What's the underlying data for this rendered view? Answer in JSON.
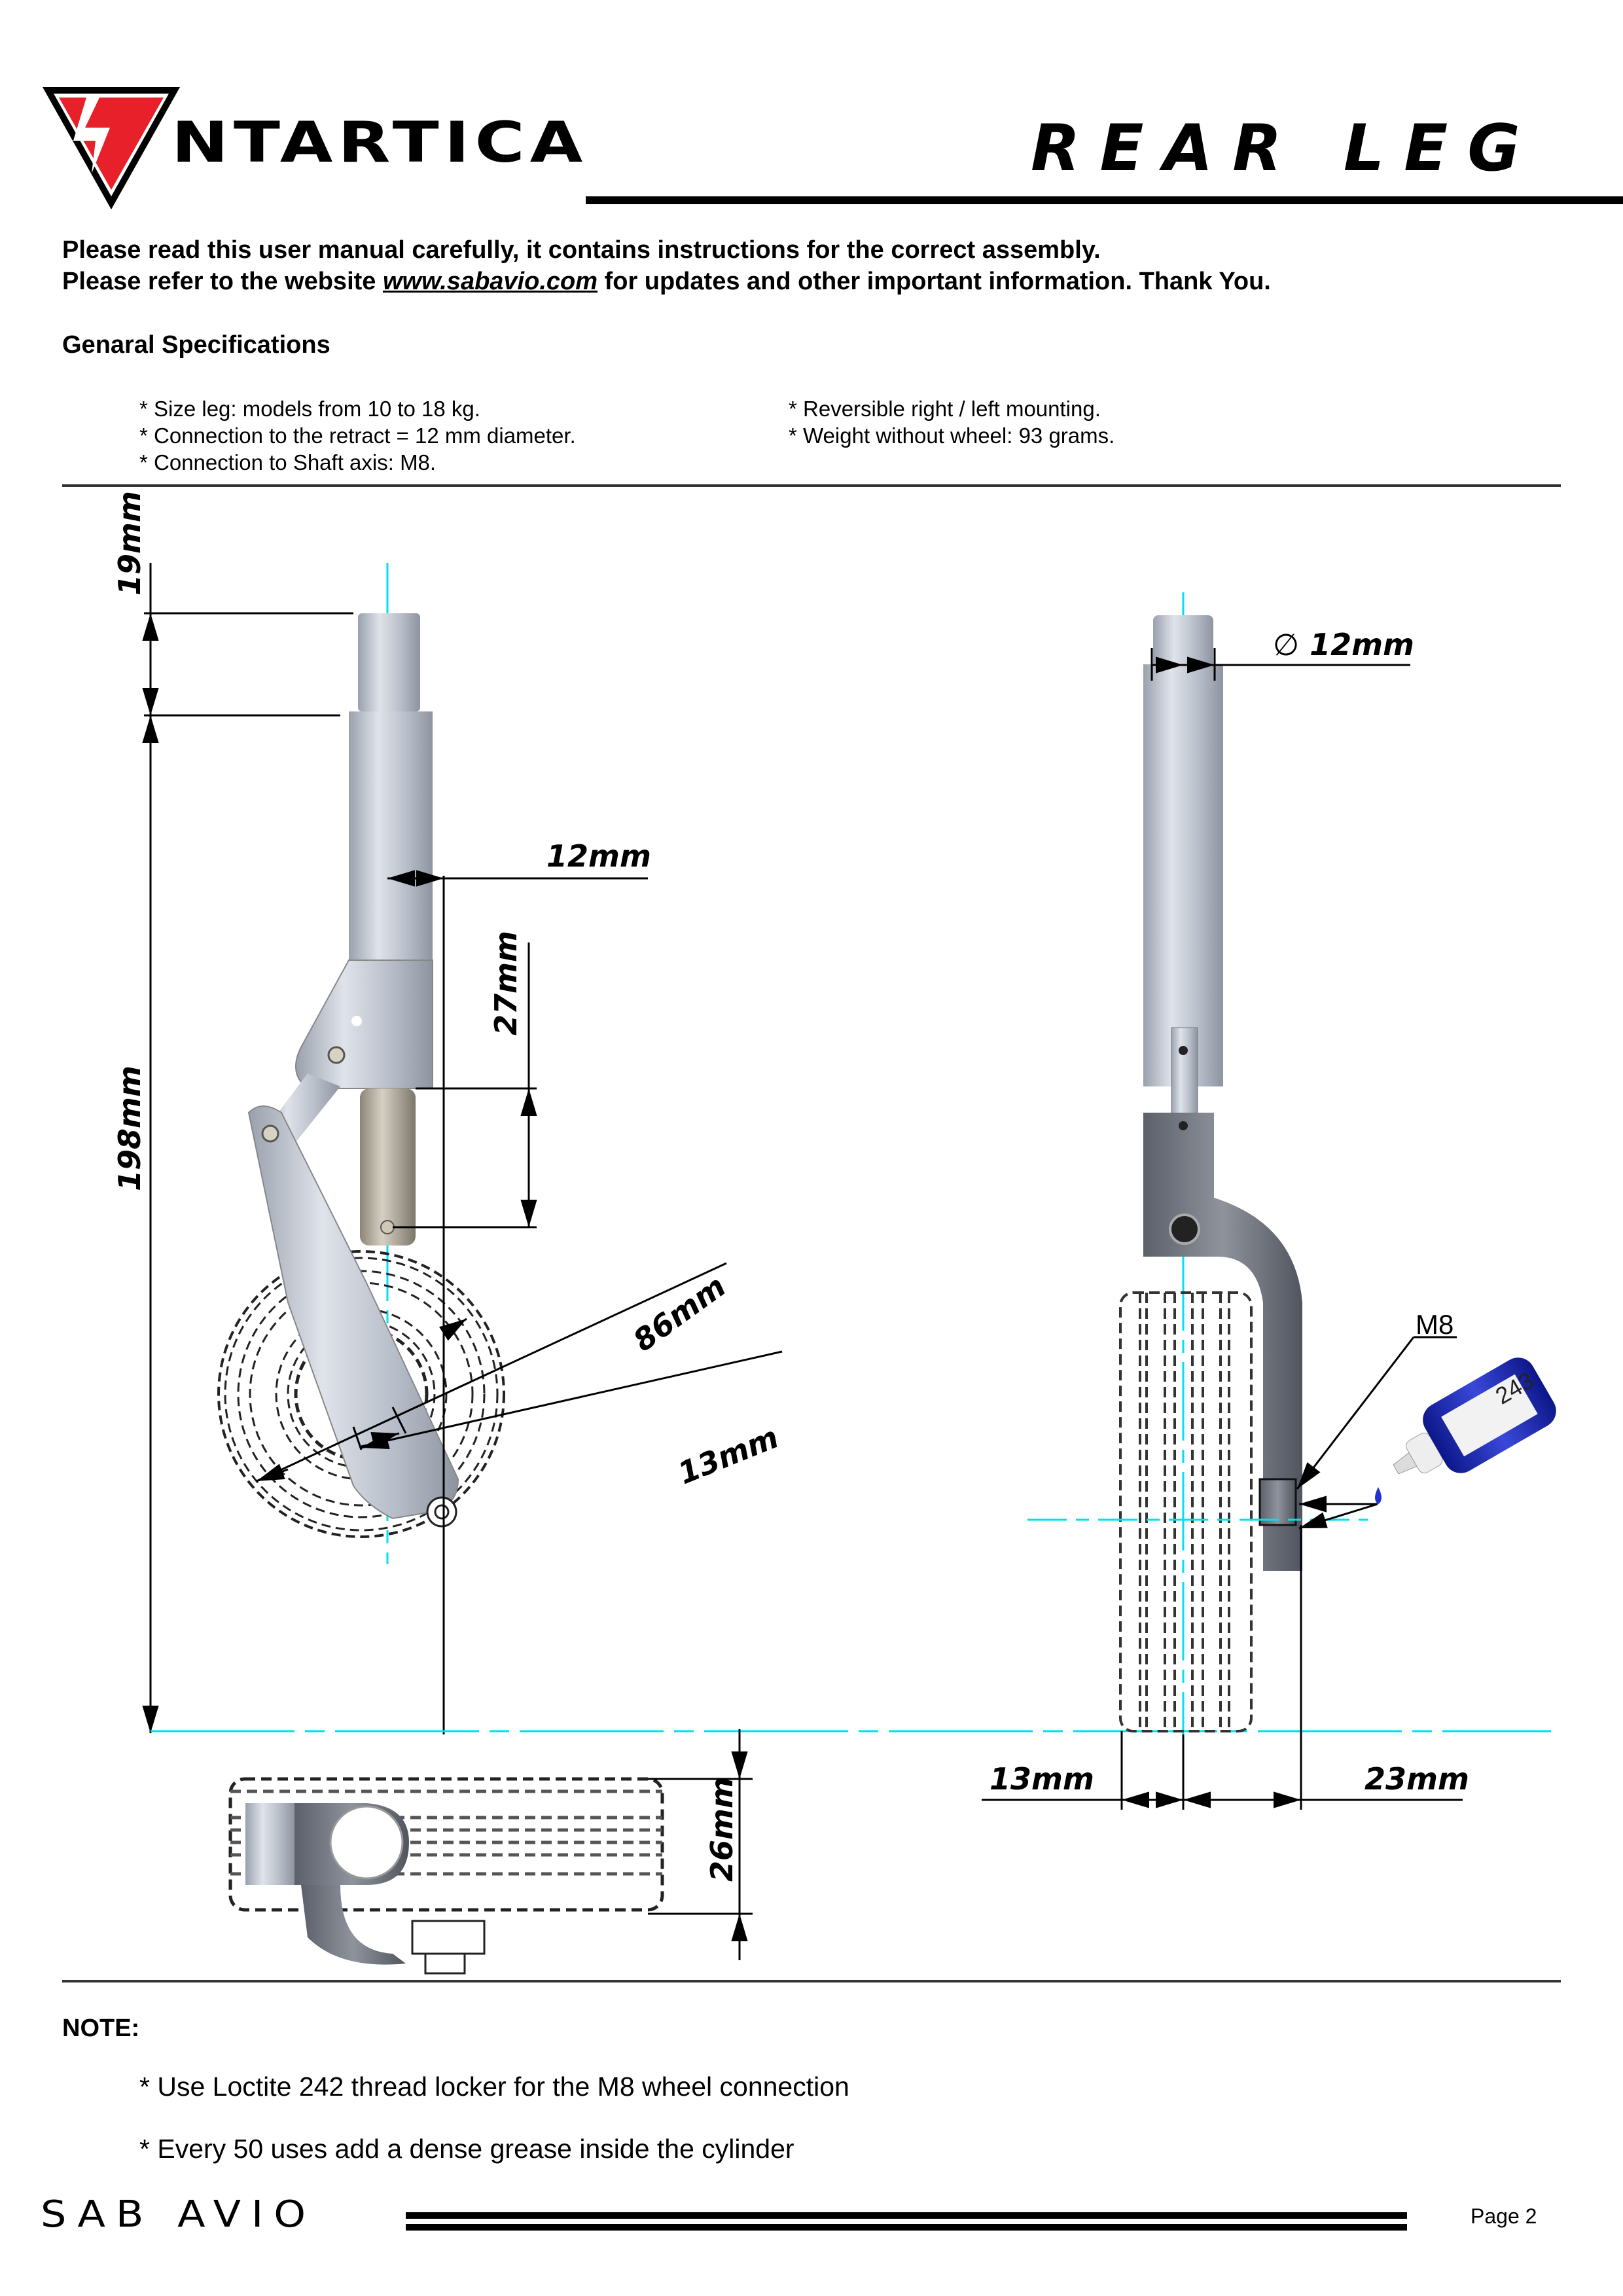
{
  "header": {
    "brand": "NTARTICA",
    "title": "REAR LEG",
    "logo_icon": "red-triangle-logo-icon",
    "colors": {
      "logo_red": "#e8202a",
      "accent_cyan": "#00e0ee",
      "bottle_blue": "#1d2ab5"
    }
  },
  "intro": {
    "line1": "Please read this user manual carefully, it contains instructions for the correct assembly.",
    "line2_pre": "Please refer to the website ",
    "link": "www.sabavio.com",
    "line2_post": " for updates and other important information. Thank You."
  },
  "specs": {
    "heading": "Genaral Specifications",
    "left": [
      "* Size leg: models from 10 to 18 kg.",
      "* Connection to the retract = 12 mm diameter.",
      "* Connection to Shaft axis: M8."
    ],
    "right": [
      "* Reversible right / left mounting.",
      "* Weight without wheel: 93 grams."
    ]
  },
  "drawing": {
    "side_view": {
      "dim_top": "19mm",
      "dim_total": "198mm",
      "dim_offset": "12mm",
      "dim_stroke": "27mm",
      "dim_wheel_dia": "86mm",
      "dim_hub": "13mm"
    },
    "front_view": {
      "dim_diameter": "12mm",
      "diameter_symbol": "∅",
      "callout_thread": "M8",
      "bottle_label": "243",
      "dim_left": "13mm",
      "dim_right": "23mm"
    },
    "top_view": {
      "dim_width": "26mm"
    }
  },
  "notes": {
    "heading": "NOTE:",
    "items": [
      "* Use Loctite 242 thread locker for the M8 wheel connection",
      "* Every 50 uses add a dense grease inside the cylinder"
    ]
  },
  "footer": {
    "brand": "SAB AVIO",
    "page": "Page 2"
  }
}
